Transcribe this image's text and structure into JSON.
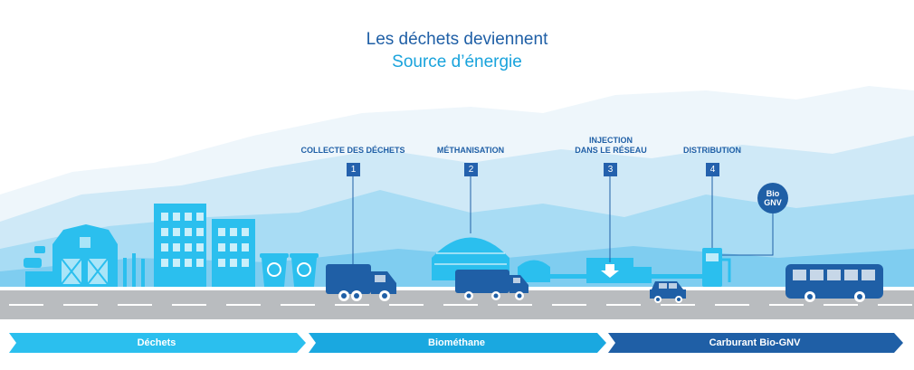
{
  "title": {
    "line1": "Les déchets deviennent",
    "line2": "Source d’énergie"
  },
  "steps": [
    {
      "number": "1",
      "label_line1": "COLLECTE DES DÉCHETS",
      "label_line2": ""
    },
    {
      "number": "2",
      "label_line1": "MÉTHANISATION",
      "label_line2": ""
    },
    {
      "number": "3",
      "label_line1": "INJECTION",
      "label_line2": "DANS LE RÉSEAU"
    },
    {
      "number": "4",
      "label_line1": "DISTRIBUTION",
      "label_line2": ""
    }
  ],
  "station_badge": {
    "line1": "Bio",
    "line2": "GNV"
  },
  "phases": [
    "Déchets",
    "Biométhane",
    "Carburant Bio-GNV"
  ],
  "colors": {
    "dark_blue": "#1f5fa6",
    "mid_blue": "#1aa8e0",
    "light_blue": "#2bbfee",
    "sky_light": "#e8f4fb",
    "road": "#b9bcbf"
  }
}
